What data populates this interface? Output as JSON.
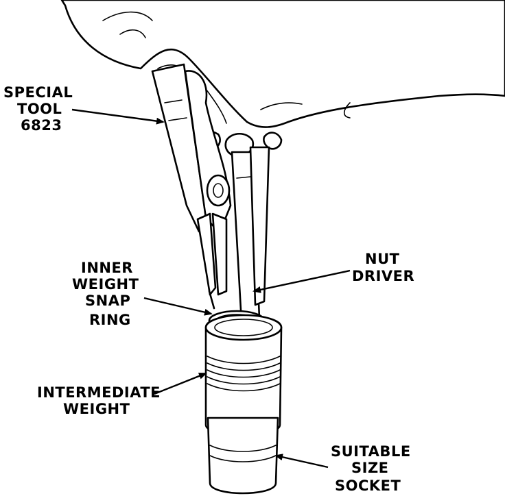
{
  "labels": {
    "special_tool": [
      "SPECIAL",
      "TOOL",
      "6823"
    ],
    "nut_driver": [
      "NUT",
      "DRIVER"
    ],
    "inner_weight_snap_ring": [
      "INNER",
      "WEIGHT",
      "SNAP",
      "RING"
    ],
    "intermediate_weight": [
      "INTERMEDIATE",
      "WEIGHT"
    ],
    "suitable_size_socket": [
      "SUITABLE",
      "SIZE",
      "SOCKET"
    ]
  }
}
